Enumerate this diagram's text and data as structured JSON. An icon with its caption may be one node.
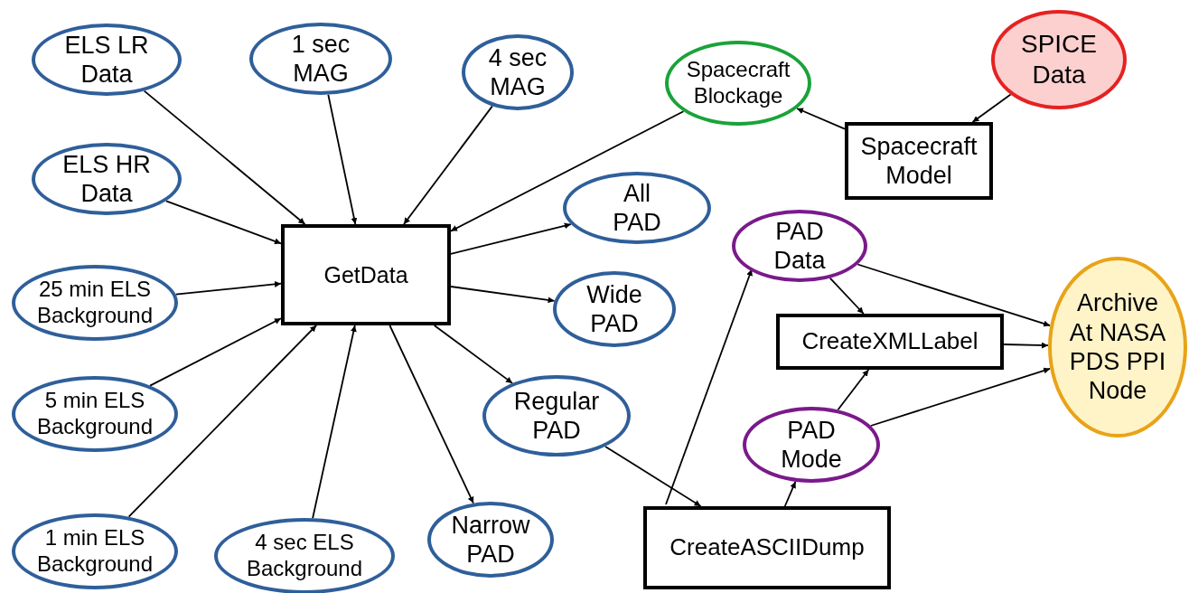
{
  "diagram": {
    "nodes": [
      {
        "text": [
          "ELS LR Data"
        ]
      },
      {
        "text": [
          "1 sec MAG"
        ]
      },
      {
        "text": [
          "4 sec MAG"
        ]
      },
      {
        "text": [
          "Spacecraft Blockage"
        ]
      },
      {
        "text": [
          "SPICE Data"
        ]
      },
      {
        "text": [
          "Spacecraft Model"
        ]
      },
      {
        "text": [
          "ELS HR Data"
        ]
      },
      {
        "text": [
          "GetData"
        ]
      },
      {
        "text": [
          "All PAD"
        ]
      },
      {
        "text": [
          "25 min ELS Background"
        ]
      },
      {
        "text": [
          "Wide PAD"
        ]
      },
      {
        "text": [
          "PAD Data"
        ]
      },
      {
        "text": [
          "CreateXMLLabel"
        ]
      },
      {
        "text": [
          "Archive At NASA PDS PPI Node"
        ]
      },
      {
        "text": [
          "5 min ELS Background"
        ]
      },
      {
        "text": [
          "Regular PAD"
        ]
      },
      {
        "text": [
          "PAD Mode"
        ]
      },
      {
        "text": [
          "1 min ELS Background"
        ]
      },
      {
        "text": [
          "4 sec ELS Background"
        ]
      },
      {
        "text": [
          "Narrow PAD"
        ]
      },
      {
        "text": [
          "CreateASCIIDump"
        ]
      }
    ],
    "edges": [
      {
        "from": 0,
        "to": 7,
        "arrow": "to"
      },
      {
        "from": 1,
        "to": 7,
        "arrow": "to"
      },
      {
        "from": 2,
        "to": 7,
        "arrow": "to"
      },
      {
        "from": 3,
        "to": 7,
        "arrow": "to"
      },
      {
        "from": 6,
        "to": 7,
        "arrow": "to"
      },
      {
        "from": 9,
        "to": 7,
        "arrow": "to"
      },
      {
        "from": 14,
        "to": 7,
        "arrow": "to"
      },
      {
        "from": 17,
        "to": 7,
        "arrow": "to"
      },
      {
        "from": 18,
        "to": 7,
        "arrow": "to"
      },
      {
        "from": 7,
        "to": 8,
        "arrow": "to"
      },
      {
        "from": 7,
        "to": 10,
        "arrow": "to"
      },
      {
        "from": 7,
        "to": 15,
        "arrow": "to"
      },
      {
        "from": 7,
        "to": 19,
        "arrow": "to"
      },
      {
        "from": 5,
        "to": 3,
        "arrow": "to"
      },
      {
        "from": 4,
        "to": 5,
        "arrow": "to"
      },
      {
        "from": 15,
        "to": 20,
        "arrow": "to"
      },
      {
        "from": 20,
        "to": 11,
        "arrow": "to"
      },
      {
        "from": 20,
        "to": 16,
        "arrow": "to"
      },
      {
        "from": 11,
        "to": 12,
        "arrow": "to"
      },
      {
        "from": 16,
        "to": 12,
        "arrow": "to"
      },
      {
        "from": 11,
        "to": 13,
        "arrow": "to"
      },
      {
        "from": 12,
        "to": 13,
        "arrow": "to"
      },
      {
        "from": 16,
        "to": 13,
        "arrow": "to"
      }
    ]
  }
}
